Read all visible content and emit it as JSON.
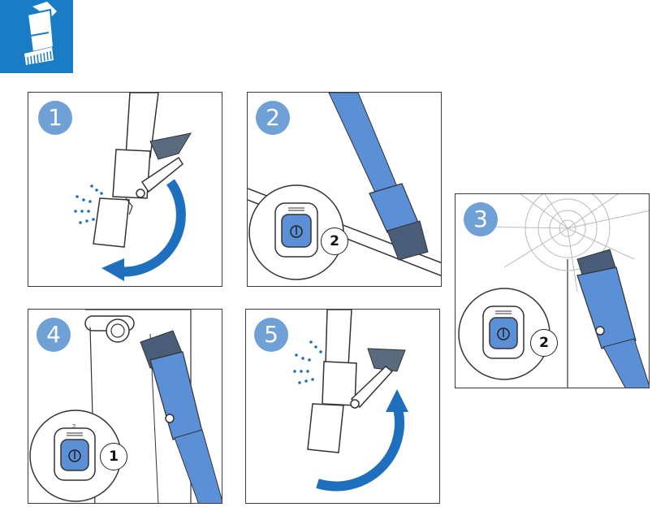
{
  "colors": {
    "brand_blue": "#1a7cc4",
    "tube_blue": "#5b8fd6",
    "badge_blue": "#6fa0d6",
    "arrow_blue": "#1f6fbf"
  },
  "header": {
    "icon": "brush-nozzle-icon"
  },
  "steps": [
    {
      "number": "1",
      "icon": "rotate-brush-down-icon"
    },
    {
      "number": "2",
      "icon": "ceiling-corner-cleaning-icon",
      "press_label": "2"
    },
    {
      "number": "3",
      "icon": "cobweb-cleaning-icon",
      "press_label": "2"
    },
    {
      "number": "4",
      "icon": "curtain-cleaning-icon",
      "press_label": "1",
      "mode_mark": "2"
    },
    {
      "number": "5",
      "icon": "rotate-brush-up-icon"
    }
  ]
}
